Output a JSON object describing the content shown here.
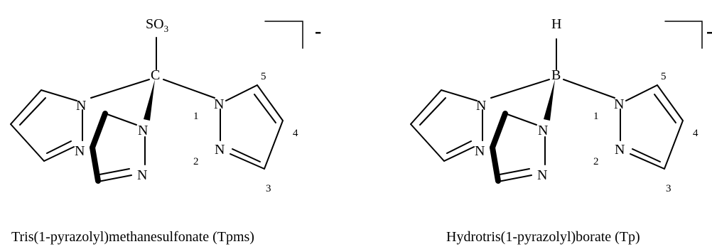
{
  "molecules": [
    {
      "center_atom": "C",
      "apical_group": "SO",
      "apical_subscript": "3",
      "charge": "-",
      "nitrogen_label": "N",
      "ring_numbers": [
        "1",
        "2",
        "3",
        "4",
        "5"
      ],
      "caption": "Tris(1-pyrazolyl)methanesulfonate (Tpms)"
    },
    {
      "center_atom": "B",
      "apical_group": "H",
      "apical_subscript": "",
      "charge": "-",
      "nitrogen_label": "N",
      "ring_numbers": [
        "1",
        "2",
        "3",
        "4",
        "5"
      ],
      "caption": "Hydrotris(1-pyrazolyl)borate (Tp)"
    }
  ]
}
